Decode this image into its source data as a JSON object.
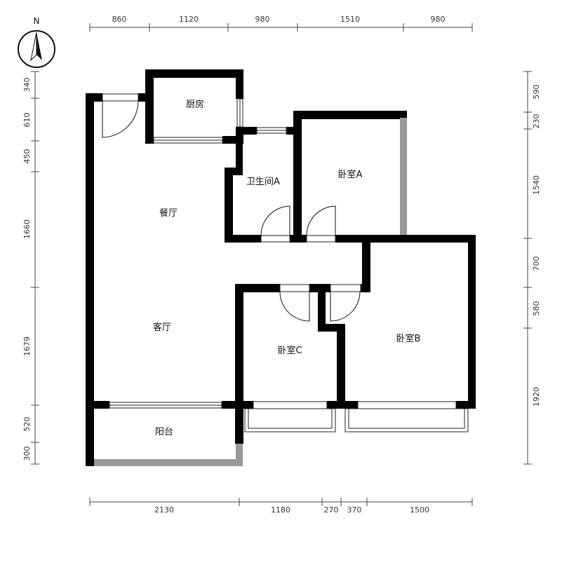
{
  "compass": {
    "label": "N"
  },
  "rooms": {
    "kitchen": "厨房",
    "bathroom_a": "卫生间A",
    "bedroom_a": "卧室A",
    "dining": "餐厅",
    "living": "客厅",
    "bedroom_b": "卧室B",
    "bedroom_c": "卧室C",
    "balcony": "阳台"
  },
  "dimensions": {
    "top": [
      "860",
      "1120",
      "980",
      "1510",
      "980"
    ],
    "bottom": [
      "2130",
      "1180",
      "270",
      "370",
      "1500"
    ],
    "left": [
      "340",
      "610",
      "450",
      "1660",
      "1679",
      "520",
      "300"
    ],
    "right": [
      "590",
      "230",
      "1540",
      "700",
      "580",
      "1920"
    ]
  }
}
